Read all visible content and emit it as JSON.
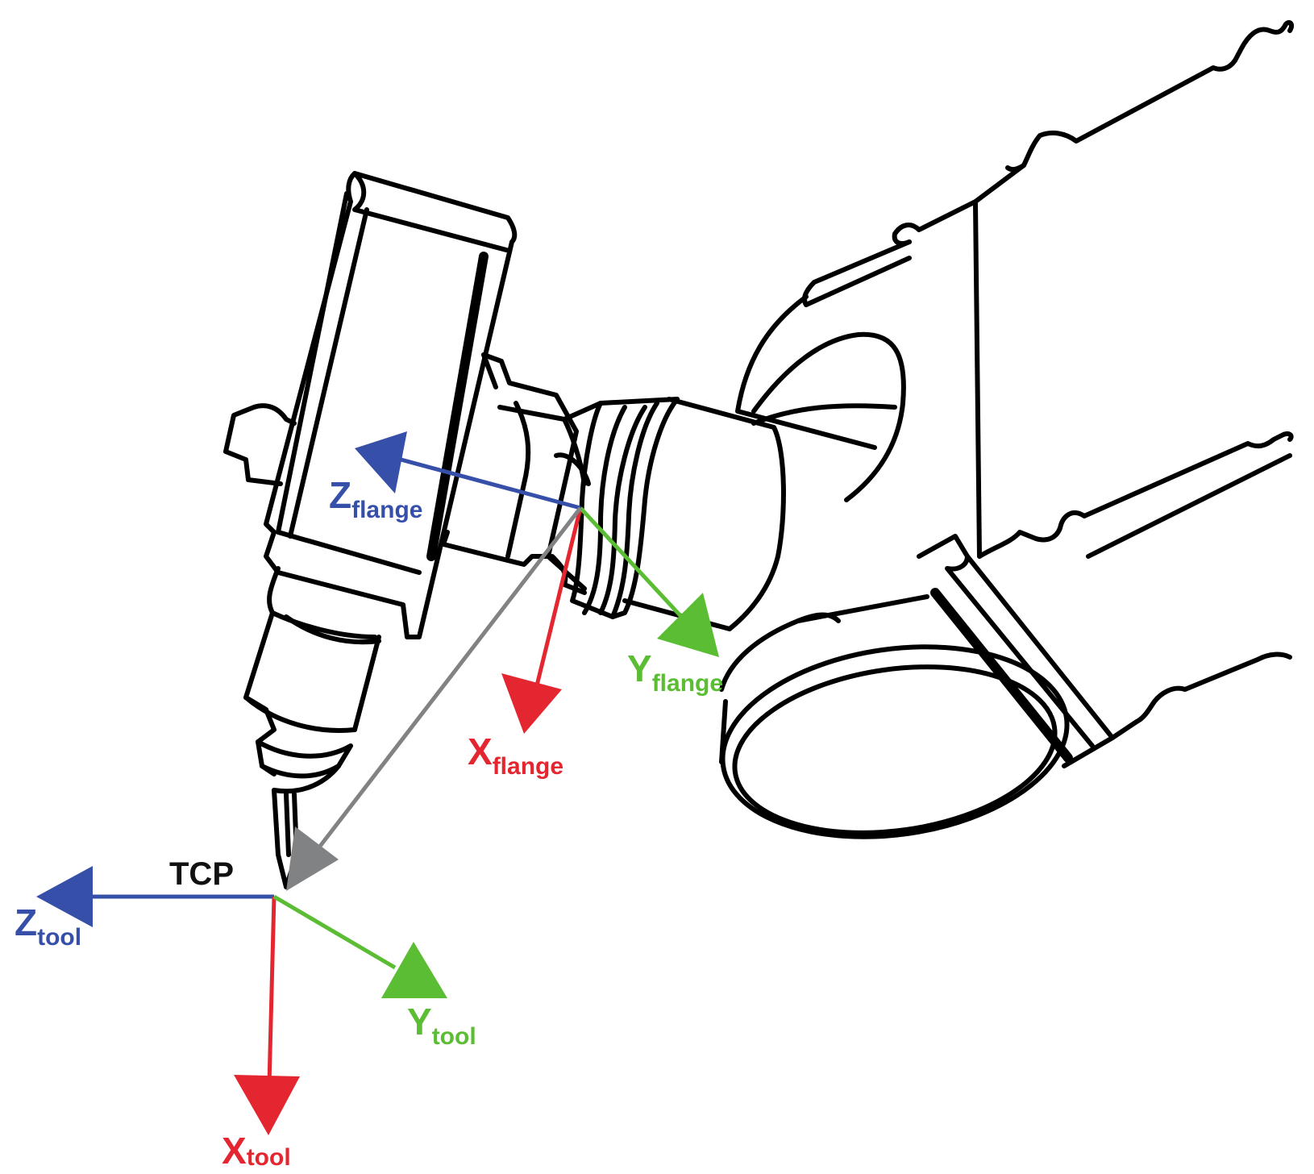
{
  "labels": {
    "tcp": "TCP",
    "z_flange": {
      "main": "Z",
      "sub": "flange"
    },
    "x_flange": {
      "main": "X",
      "sub": "flange"
    },
    "y_flange": {
      "main": "Y",
      "sub": "flange"
    },
    "z_tool": {
      "main": "Z",
      "sub": "tool"
    },
    "x_tool": {
      "main": "X",
      "sub": "tool"
    },
    "y_tool": {
      "main": "Y",
      "sub": "tool"
    }
  },
  "colors": {
    "z_axis": "#3650a9",
    "x_axis": "#e3262f",
    "y_axis": "#5bbd33",
    "offset_vector": "#808284",
    "outline": "#000000"
  }
}
